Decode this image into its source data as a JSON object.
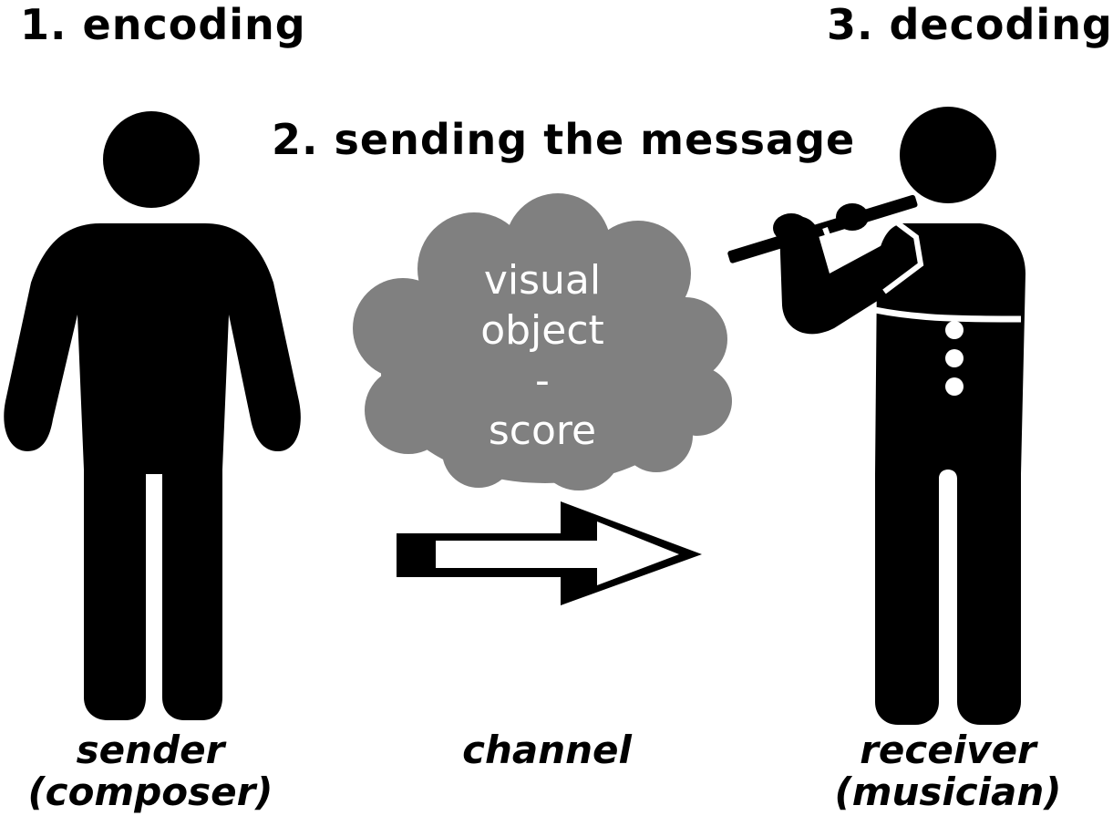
{
  "steps": {
    "encoding": "1. encoding",
    "sending": "2. sending the message",
    "decoding": "3. decoding"
  },
  "cloud": {
    "lines": [
      "visual",
      "object",
      "-",
      "score"
    ]
  },
  "roles": {
    "sender": [
      "sender",
      "(composer)"
    ],
    "channel": [
      "channel"
    ],
    "receiver": [
      "receiver",
      "(musician)"
    ]
  },
  "colors": {
    "figure": "#000000",
    "cloud": "#808080",
    "cloud_text": "#ffffff",
    "arrow_fill": "#ffffff",
    "arrow_stroke": "#000000"
  },
  "icons": {
    "sender": "standing-person-icon",
    "receiver": "flute-player-icon",
    "channel": "right-arrow-icon",
    "message": "thought-cloud-icon"
  }
}
